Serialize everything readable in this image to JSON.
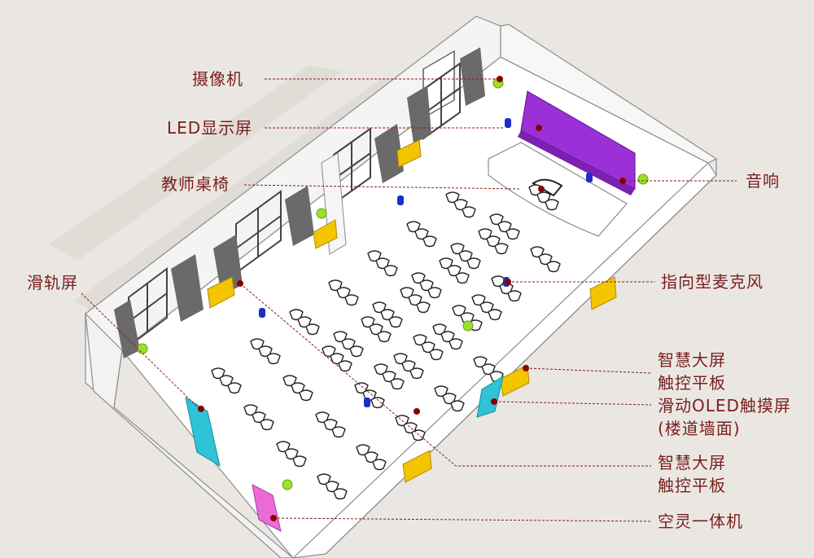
{
  "colors": {
    "label": "#7a1e1e",
    "leader": "#8b1a1a",
    "room_floor": "#ffffff",
    "room_edge": "#8c8c8c",
    "led_screen": "#9b30d9",
    "touch_panel": "#f2c500",
    "oled_screen": "#2ec3d6",
    "all_in_one": "#ec6ad8",
    "microphone": "#1a2fc8",
    "camera": "#8b0000",
    "speaker": "#9be02a",
    "background": "#eae7e2"
  },
  "labels": {
    "camera": "摄像机",
    "led_screen": "LED显示屏",
    "teacher_desk": "教师桌椅",
    "speaker": "音响",
    "slide_screen": "滑轨屏",
    "directional_mic": "指向型麦克风",
    "smart_screen_1_line1": "智慧大屏",
    "smart_screen_1_line2": "触控平板",
    "oled_line1": "滑动OLED触摸屏",
    "oled_line2": "(楼道墙面)",
    "smart_screen_2_line1": "智慧大屏",
    "smart_screen_2_line2": "触控平板",
    "air_all_in_one": "空灵一体机"
  },
  "device_icons": {
    "camera": "camera-dot",
    "microphone": "microphone-cylinder",
    "speaker": "speaker-sphere",
    "led_screen": "led-display-panel",
    "touch_panel": "touch-panel-board",
    "oled": "oled-wall-screen",
    "all_in_one": "air-all-in-one-terminal"
  }
}
